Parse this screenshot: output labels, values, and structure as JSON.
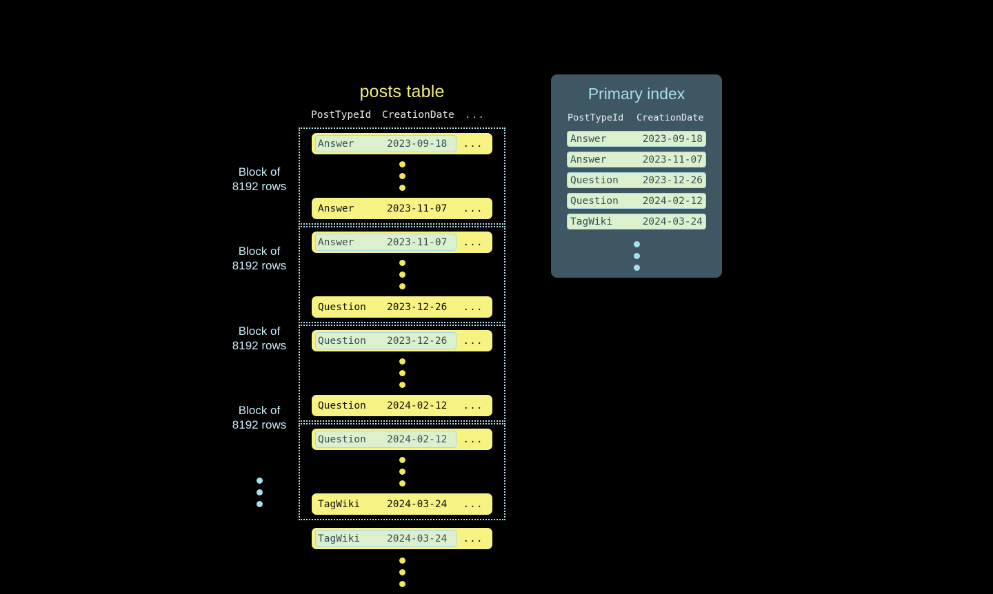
{
  "posts_table": {
    "title": "posts table",
    "columns": [
      "PostTypeId",
      "CreationDate",
      "..."
    ],
    "ellipsis_cell": "...",
    "blocks": [
      {
        "label_line1": "Block of",
        "label_line2": "8192 rows",
        "first_row": {
          "type": "Answer",
          "date": "2023-09-18",
          "highlighted": true
        },
        "last_row": {
          "type": "Answer",
          "date": "2023-11-07",
          "highlighted": false
        }
      },
      {
        "label_line1": "Block of",
        "label_line2": "8192 rows",
        "first_row": {
          "type": "Answer",
          "date": "2023-11-07",
          "highlighted": true
        },
        "last_row": {
          "type": "Question",
          "date": "2023-12-26",
          "highlighted": false
        }
      },
      {
        "label_line1": "Block of",
        "label_line2": "8192 rows",
        "first_row": {
          "type": "Question",
          "date": "2023-12-26",
          "highlighted": true
        },
        "last_row": {
          "type": "Question",
          "date": "2024-02-12",
          "highlighted": false
        }
      },
      {
        "label_line1": "Block of",
        "label_line2": "8192 rows",
        "first_row": {
          "type": "Question",
          "date": "2024-02-12",
          "highlighted": true
        },
        "last_row": {
          "type": "TagWiki",
          "date": "2024-03-24",
          "highlighted": false
        }
      }
    ],
    "trailing_row": {
      "type": "TagWiki",
      "date": "2024-03-24",
      "highlighted": true
    }
  },
  "primary_index": {
    "title": "Primary index",
    "columns": [
      "PostTypeId",
      "CreationDate"
    ],
    "rows": [
      {
        "type": "Answer",
        "date": "2023-09-18"
      },
      {
        "type": "Answer",
        "date": "2023-11-07"
      },
      {
        "type": "Question",
        "date": "2023-12-26"
      },
      {
        "type": "Question",
        "date": "2024-02-12"
      },
      {
        "type": "TagWiki",
        "date": "2024-03-24"
      }
    ]
  },
  "colors": {
    "background": "#000000",
    "row_yellow": "#f7f383",
    "highlight_green": "#ddf0cd",
    "highlight_border": "#a9d8e8",
    "accent_blue": "#a8ddf2",
    "accent_yellow": "#f2e85c",
    "panel_slate": "#3f5763",
    "title_yellow": "#f2ef7a"
  }
}
